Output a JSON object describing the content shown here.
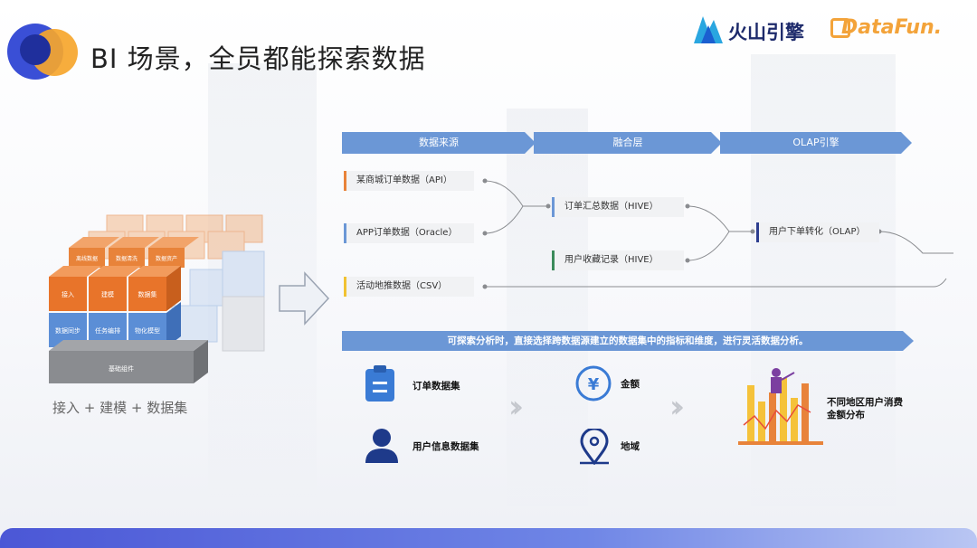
{
  "header": {
    "title": "BI 场景，全员都能探索数据",
    "brand_volc": "火山引擎",
    "brand_datafun": "DataFun."
  },
  "stages": [
    "数据来源",
    "融合层",
    "OLAP引擎"
  ],
  "sources": [
    {
      "label": "某商城订单数据（API）",
      "color": "#e8833a"
    },
    {
      "label": "APP订单数据（Oracle）",
      "color": "#6b97d6"
    },
    {
      "label": "活动地推数据（CSV）",
      "color": "#f1c232"
    }
  ],
  "fusion": [
    {
      "label": "订单汇总数据（HIVE）",
      "color": "#6b97d6"
    },
    {
      "label": "用户收藏记录（HIVE）",
      "color": "#3b8a5a"
    }
  ],
  "olap": {
    "label": "用户下单转化（OLAP）",
    "color": "#2d3e8f"
  },
  "banner": "可探索分析时，直接选择跨数据源建立的数据集中的指标和维度，进行灵活数据分析。",
  "datasets": [
    "订单数据集",
    "用户信息数据集"
  ],
  "dimensions": [
    "金额",
    "地域"
  ],
  "result": "不同地区用户消费金额分布",
  "cube": {
    "caption": "接入 + 建模 + 数据集",
    "base_label": "基础组件",
    "orange_labels": [
      "接入",
      "建模",
      "数据集"
    ],
    "blue_labels": [
      "数据同步",
      "任务编排",
      "物化模型"
    ],
    "top_labels": [
      "离线数据",
      "数据清洗",
      "数据资产"
    ]
  },
  "colors": {
    "accent_blue": "#6b97d6",
    "orange": "#e8833a",
    "navy": "#2d3e8f"
  }
}
